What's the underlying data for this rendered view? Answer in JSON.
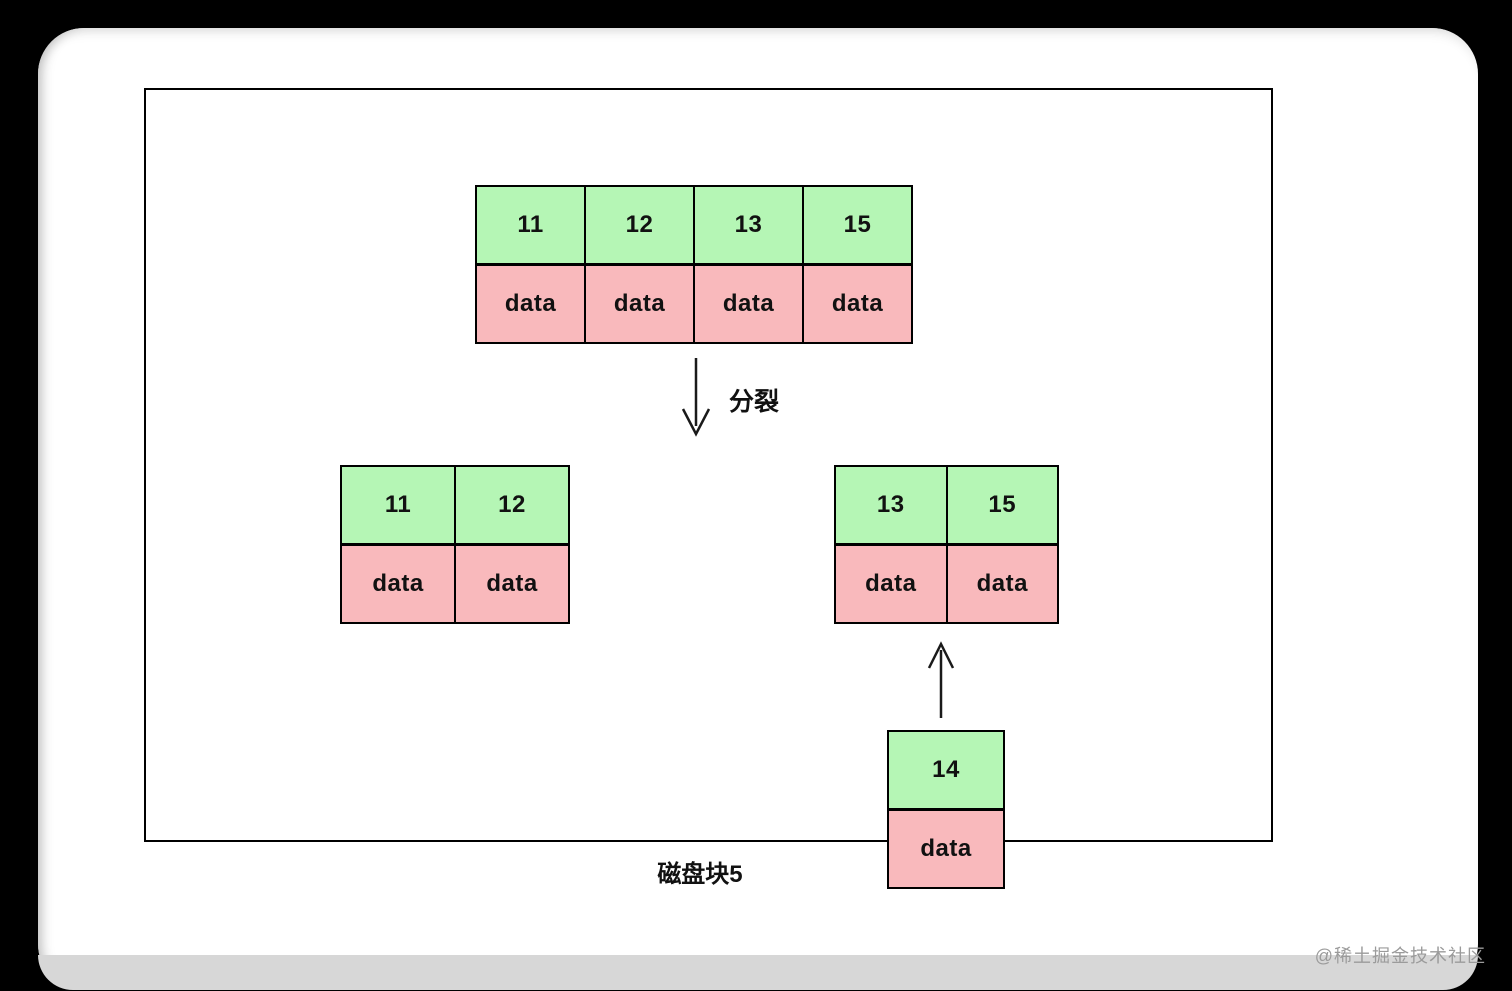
{
  "watermark": {
    "text": "@稀土掘金技术社区"
  },
  "diagram": {
    "split_label": "分裂",
    "caption": "磁盘块5",
    "colors": {
      "key_cell": "#b5f6b5",
      "data_cell": "#f9b9bc",
      "border": "#000000"
    },
    "nodes": {
      "full": {
        "keys": [
          "11",
          "12",
          "13",
          "15"
        ],
        "values": [
          "data",
          "data",
          "data",
          "data"
        ]
      },
      "split_left": {
        "keys": [
          "11",
          "12"
        ],
        "values": [
          "data",
          "data"
        ]
      },
      "split_right": {
        "keys": [
          "13",
          "15"
        ],
        "values": [
          "data",
          "data"
        ]
      },
      "inserted": {
        "keys": [
          "14"
        ],
        "values": [
          "data"
        ]
      }
    }
  }
}
